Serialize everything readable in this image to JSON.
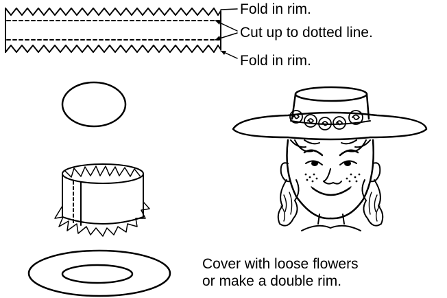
{
  "labels": {
    "fold_top": "Fold in rim.",
    "cut": "Cut up to dotted line.",
    "fold_bottom": "Fold in rim."
  },
  "caption": {
    "line1": "Cover with loose flowers",
    "line2": "or make a double rim."
  },
  "colors": {
    "ink": "#000000",
    "background": "#ffffff"
  }
}
